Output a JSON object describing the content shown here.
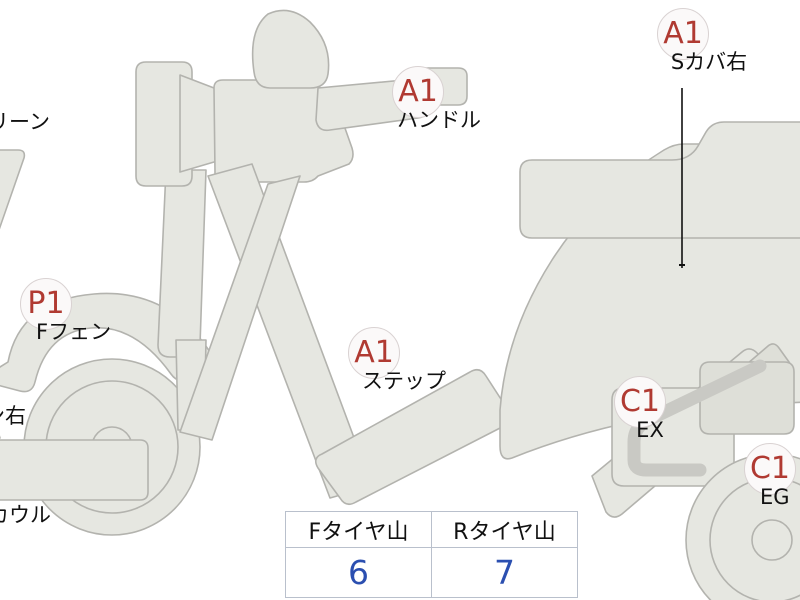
{
  "page": {
    "title": "二輪車 状態図 (scooter condition diagram)",
    "background_color": "#ffffff"
  },
  "style": {
    "body_fill": "#e6e7e1",
    "body_stroke": "#b3b3ae",
    "detail_fill": "#dedfd8",
    "exhaust_fill": "#c9c9c4",
    "bubble_text_color": "#b03a32",
    "bubble_fill": "#fbf9f9",
    "caption_color": "#111111",
    "table_value_color": "#2b4fb0",
    "table_border_color": "#b9c0cc"
  },
  "annotations": [
    {
      "id": "handle",
      "grade": "A1",
      "caption": "ハンドル"
    },
    {
      "id": "s-cover-r",
      "grade": "A1",
      "caption": "Sカバ右"
    },
    {
      "id": "step",
      "grade": "A1",
      "caption": "ステップ"
    },
    {
      "id": "f-fender",
      "grade": "P1",
      "caption": "Fフェン"
    },
    {
      "id": "exhaust",
      "grade": "C1",
      "caption": "EX"
    },
    {
      "id": "engine",
      "grade": "C1",
      "caption": "EG"
    }
  ],
  "clipped_captions": [
    {
      "id": "screen",
      "caption": "リーン"
    },
    {
      "id": "winker-right",
      "caption": "ン右"
    },
    {
      "id": "cowl",
      "caption": "カウル"
    }
  ],
  "table": {
    "headers": [
      "Fタイヤ山",
      "Rタイヤ山"
    ],
    "values": [
      "6",
      "7"
    ]
  }
}
